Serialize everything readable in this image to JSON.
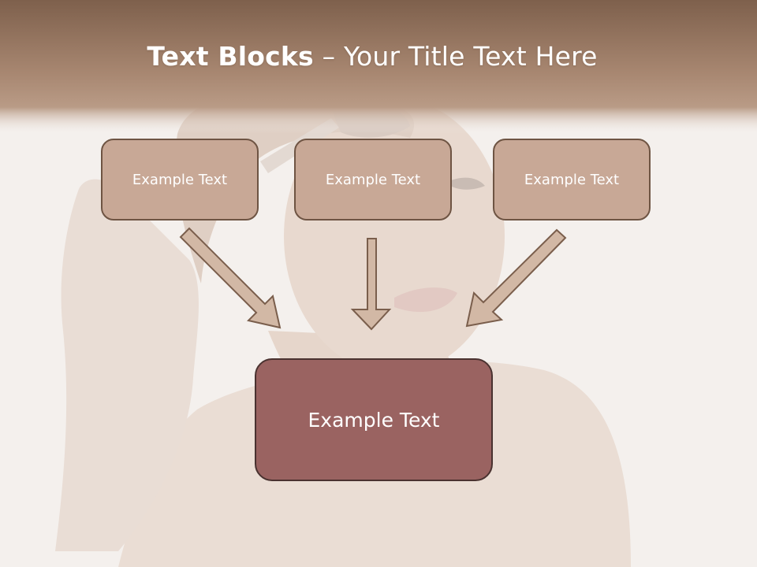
{
  "slide": {
    "title_bold": "Text Blocks",
    "title_separator": " – ",
    "title_rest": "Your Title Text Here",
    "colors": {
      "header_band": "#a07f68",
      "small_box_fill": "#c8a896",
      "big_box_fill": "#9a6361",
      "box_border": "#6e5443",
      "arrow_fill": "#d2b8a5"
    }
  },
  "blocks": {
    "top": [
      {
        "label": "Example Text"
      },
      {
        "label": "Example Text"
      },
      {
        "label": "Example Text"
      }
    ],
    "bottom": {
      "label": "Example Text"
    }
  },
  "background": {
    "subject": "woman-applying-makeup-brush-photo"
  }
}
